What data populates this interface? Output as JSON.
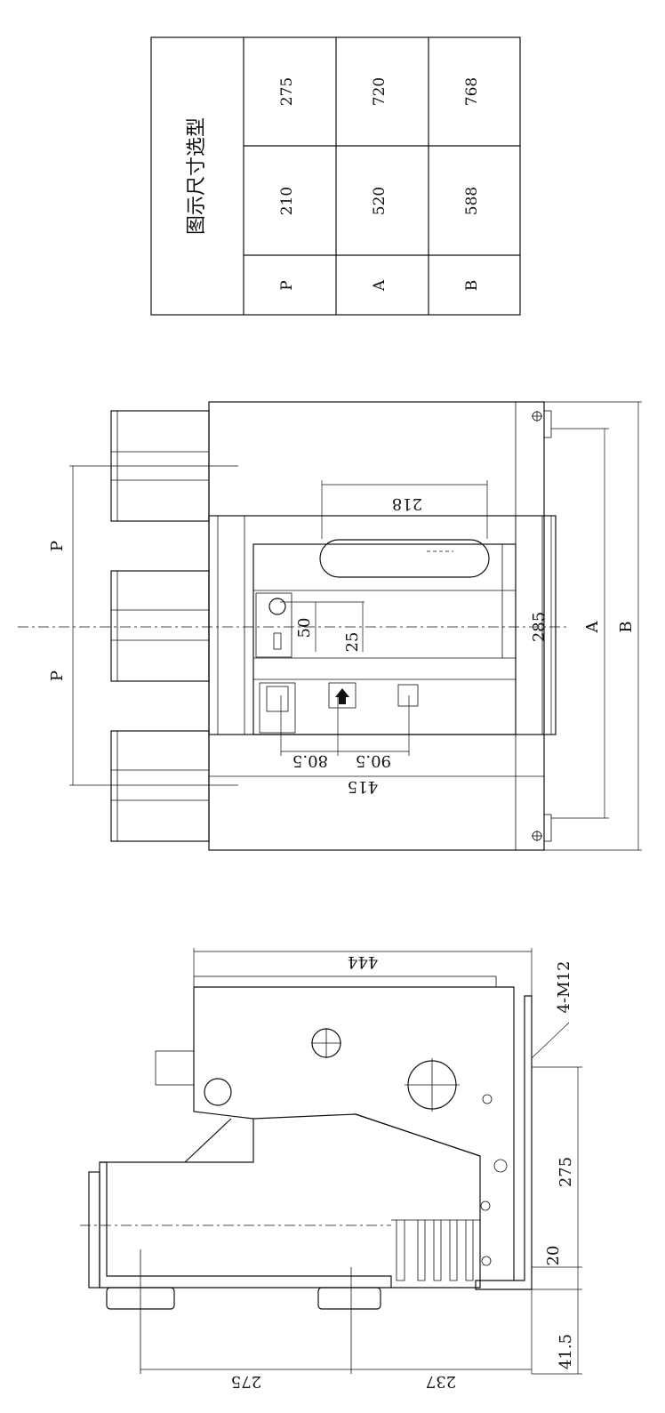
{
  "table": {
    "title": "图示尺寸选型",
    "rows": [
      {
        "key": "P",
        "v1": "210",
        "v2": "275"
      },
      {
        "key": "A",
        "v1": "520",
        "v2": "720"
      },
      {
        "key": "B",
        "v1": "588",
        "v2": "768"
      }
    ]
  },
  "front_view": {
    "dims": {
      "p_upper": "P",
      "p_lower": "P",
      "d218": "218",
      "d50": "50",
      "d25": "25",
      "d285": "285",
      "a": "A",
      "b": "B",
      "d90_5": "90.5",
      "d80_5": "80.5",
      "d415": "415"
    }
  },
  "side_view": {
    "dims": {
      "d444": "444",
      "m12": "4-M12",
      "d275": "275",
      "d20": "20",
      "d41_5": "41.5",
      "d275_bottom": "275",
      "d237": "237"
    }
  }
}
